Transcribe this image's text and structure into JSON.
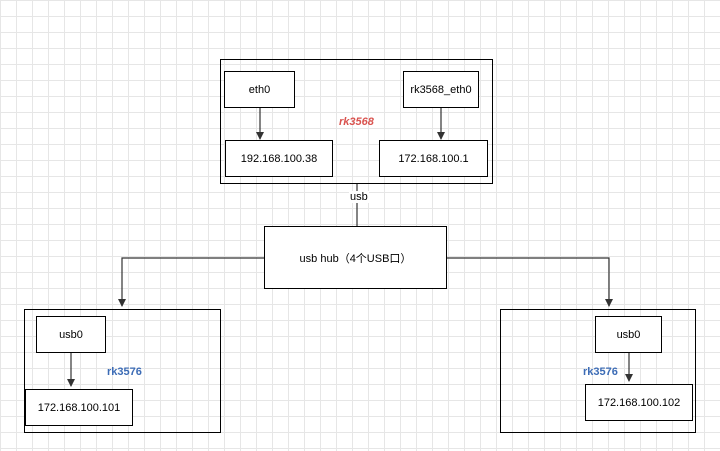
{
  "colors": {
    "line": "#333333",
    "rk3568_label": "#d9534f",
    "rk3576_label": "#3b6bb5"
  },
  "rk3568": {
    "label": "rk3568",
    "eth0": "eth0",
    "eth0_ip": "192.168.100.38",
    "rk3568_eth0": "rk3568_eth0",
    "rk3568_eth0_ip": "172.168.100.1"
  },
  "link_label": "usb",
  "hub": {
    "label": "usb hub（4个USB口）"
  },
  "left_rk3576": {
    "label": "rk3576",
    "iface": "usb0",
    "ip": "172.168.100.101"
  },
  "right_rk3576": {
    "label": "rk3576",
    "iface": "usb0",
    "ip": "172.168.100.102"
  }
}
